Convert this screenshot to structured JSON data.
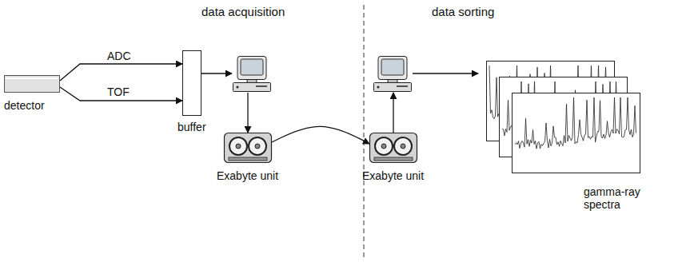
{
  "diagram": {
    "nodes": [
      {
        "text": [
          "detector"
        ]
      },
      {
        "text": [
          "buffer"
        ]
      },
      {
        "text": []
      },
      {
        "text": [
          "Exabyte unit"
        ]
      },
      {
        "text": [
          "Exabyte unit"
        ]
      },
      {
        "text": []
      },
      {
        "text": [
          "gamma-ray spectra"
        ]
      }
    ],
    "edges": [
      {
        "from": 0,
        "to": 1,
        "label": "ADC",
        "arrow": "to"
      },
      {
        "from": 0,
        "to": 1,
        "label": "TOF",
        "arrow": "to"
      },
      {
        "from": 1,
        "to": 2,
        "arrow": "to"
      },
      {
        "from": 2,
        "to": 3,
        "arrow": "to"
      },
      {
        "from": 3,
        "to": 4,
        "arrow": "to"
      },
      {
        "from": 4,
        "to": 5,
        "arrow": "to"
      },
      {
        "from": 5,
        "to": 6,
        "arrow": "to"
      }
    ],
    "labels": [
      "data acquisition",
      "data sorting"
    ]
  }
}
